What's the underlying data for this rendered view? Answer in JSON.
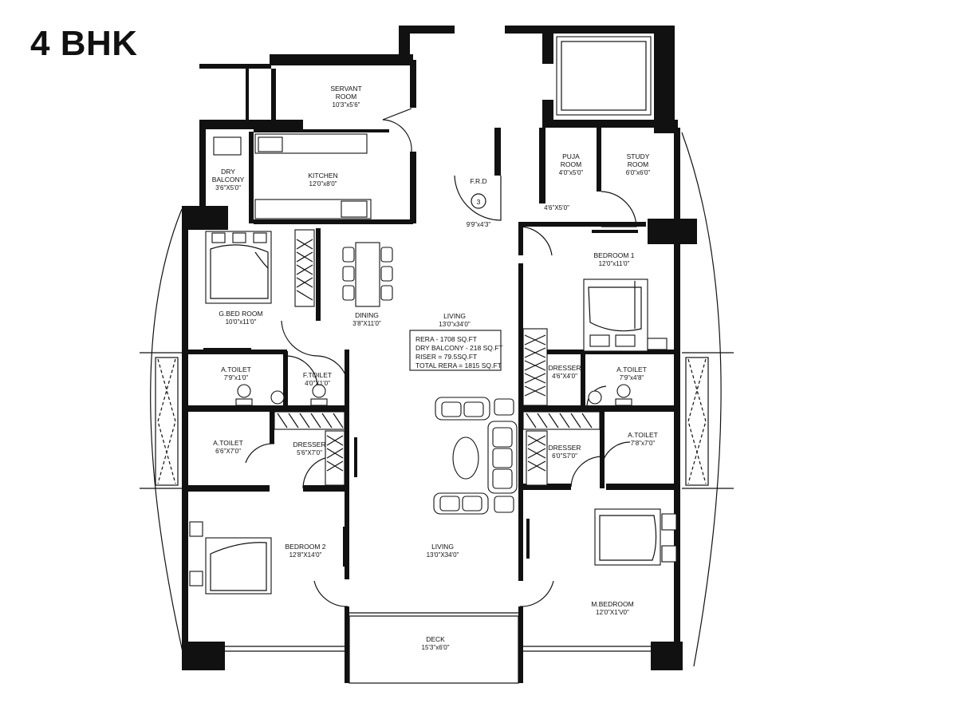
{
  "title": "4 BHK",
  "rooms": {
    "servant": {
      "name": [
        "SERVANT",
        "ROOM"
      ],
      "dim": "10'3\"x5'6\""
    },
    "kitchen": {
      "name": "KITCHEN",
      "dim": "12'0\"x8'0\""
    },
    "dry_balcony": {
      "name": [
        "DRY",
        "BALCONY"
      ],
      "dim": "3'6\"X5'0\""
    },
    "puja": {
      "name": [
        "PUJA",
        "ROOM"
      ],
      "dim": "4'0\"x5'0\""
    },
    "study": {
      "name": [
        "STUDY",
        "ROOM"
      ],
      "dim": "6'0\"x6'0\""
    },
    "frd": {
      "name": "F.R.D",
      "number": "3",
      "dim": "9'9\"x4'3\""
    },
    "passage": {
      "dim": "4'6\"X5'0\""
    },
    "bedroom1": {
      "name": "BEDROOM 1",
      "dim": "12'0\"x11'0\""
    },
    "guest_bedroom": {
      "name": "G.BED ROOM",
      "dim": "10'0\"x11'0\""
    },
    "dining": {
      "name": "DINING",
      "dim": "3'8\"X11'0\""
    },
    "living_top": {
      "name": "LIVING",
      "dim": "13'0\"x34'0\""
    },
    "living_bottom": {
      "name": "LIVING",
      "dim": "13'0\"X34'0\""
    },
    "a_toilet_guest": {
      "name": "A.TOILET",
      "dim": "7'9\"x1'0\""
    },
    "f_toilet": {
      "name": "F.TOILET",
      "dim": "4'0\"X1'0\""
    },
    "dresser_b1": {
      "name": "DRESSER",
      "dim": "4'6\"X4'0\""
    },
    "a_toilet_b1": {
      "name": "A.TOILET",
      "dim": "7'9\"x4'8\""
    },
    "a_toilet_b2": {
      "name": "A.TOILET",
      "dim": "6'6\"X7'0\""
    },
    "dresser_b2": {
      "name": "DRESSER",
      "dim": "5'6\"X7'0\""
    },
    "dresser_master": {
      "name": "DRESSER",
      "dim": "6'0\"S7'0\""
    },
    "a_toilet_master": {
      "name": "A.TOILET",
      "dim": "7'8\"x7'0\""
    },
    "bedroom2": {
      "name": "BEDROOM 2",
      "dim": "12'8\"X14'0\""
    },
    "master_bedroom": {
      "name": "M.BEDROOM",
      "dim": "12'0\"X1'V0\""
    },
    "deck": {
      "name": "DECK",
      "dim": "15'3\"x6'0\""
    }
  },
  "area_box": {
    "lines": [
      "RERA - 1708 SQ.FT",
      "DRY BALCONY - 218 SQ.FT",
      "RISER = 79.5SQ.FT",
      "TOTAL RERA = 1815 SQ.FT"
    ]
  }
}
